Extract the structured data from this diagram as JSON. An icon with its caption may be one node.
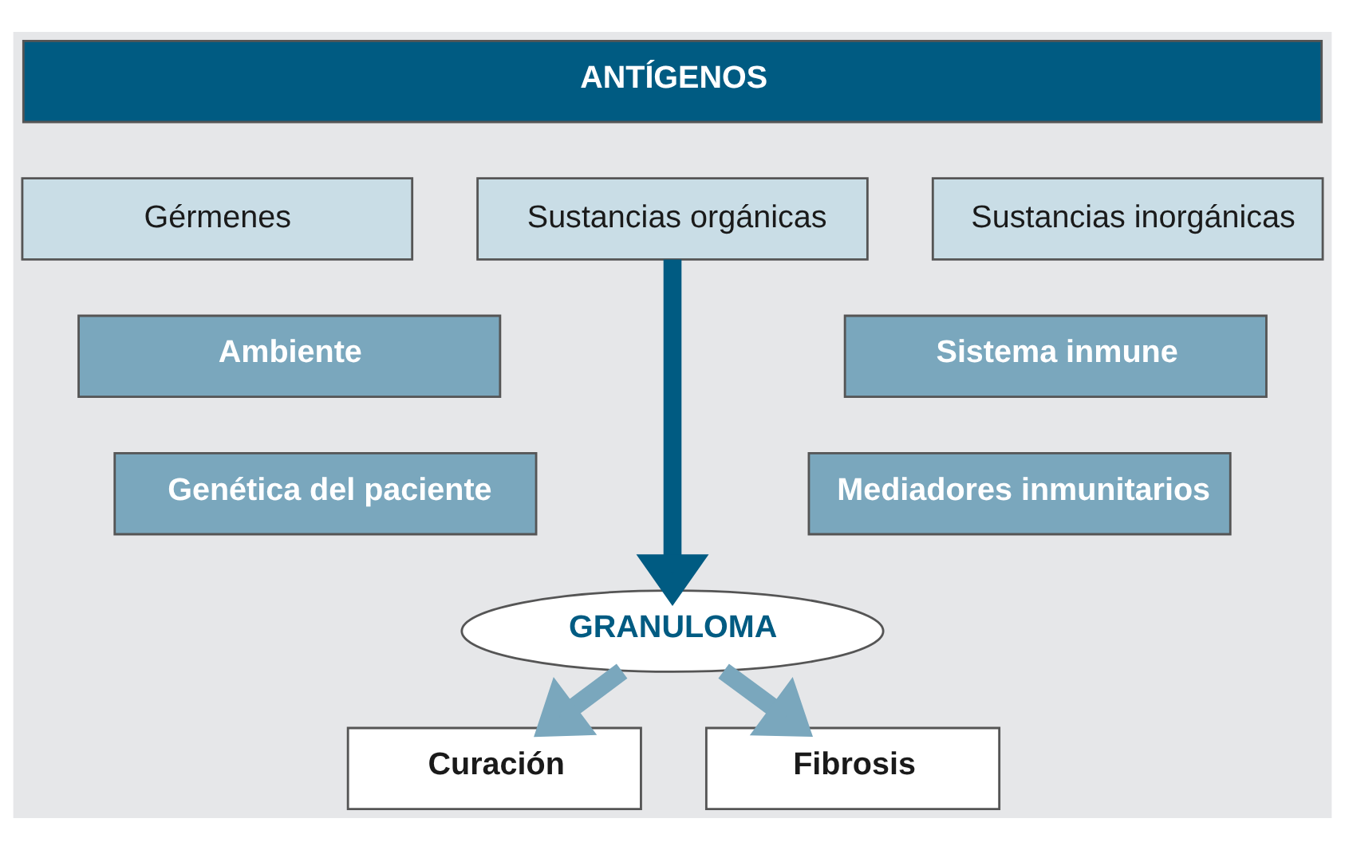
{
  "diagram": {
    "nodes": [
      {
        "text": [
          "ANTÍGENOS"
        ]
      },
      {
        "text": [
          "Gérmenes"
        ]
      },
      {
        "text": [
          "Sustancias orgánicas"
        ]
      },
      {
        "text": [
          "Sustancias inorgánicas"
        ]
      },
      {
        "text": [
          "Ambiente"
        ]
      },
      {
        "text": [
          "Sistema inmune"
        ]
      },
      {
        "text": [
          "Genética del paciente"
        ]
      },
      {
        "text": [
          "Mediadores inmunitarios"
        ]
      },
      {
        "text": [
          "GRANULOMA"
        ]
      },
      {
        "text": [
          "Curación"
        ]
      },
      {
        "text": [
          "Fibrosis"
        ]
      }
    ],
    "edges": [
      {
        "from": 2,
        "to": 8,
        "arrow": "to",
        "color": "#005b82"
      },
      {
        "from": 8,
        "to": 9,
        "arrow": "to"
      },
      {
        "from": 8,
        "to": 10,
        "arrow": "to"
      }
    ]
  }
}
